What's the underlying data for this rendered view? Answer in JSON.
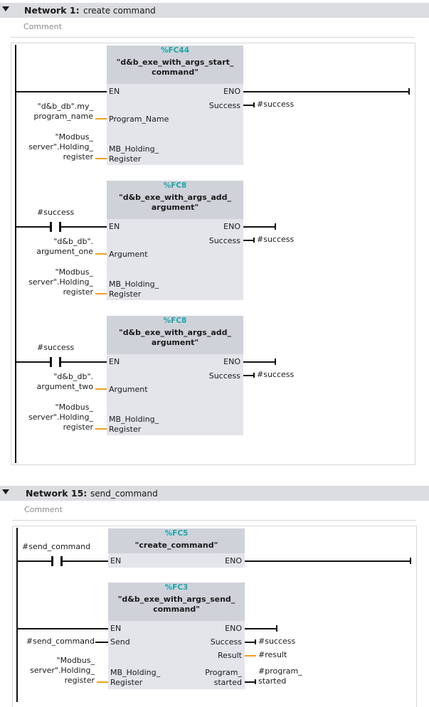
{
  "networks": [
    {
      "title": "Network 1:",
      "name": "create command",
      "comment": "Comment",
      "blocks": [
        {
          "fc": "%FC44",
          "name_lines": [
            "\"d&b_exe_with_args_start_",
            "command\""
          ],
          "en": "EN",
          "eno": "ENO",
          "inputs": [
            "Program_Name",
            "MB_Holding_",
            "Register"
          ],
          "outputs": [
            "Success"
          ],
          "input_operands": [
            [
              "\"d&b_db\".my_",
              "program_name"
            ],
            [
              "\"Modbus_",
              "server\".Holding_",
              "register"
            ]
          ],
          "output_operands": [
            "#success"
          ]
        },
        {
          "fc": "%FC8",
          "name_lines": [
            "\"d&b_exe_with_args_add_",
            "argument\""
          ],
          "en": "EN",
          "eno": "ENO",
          "contact": "#success",
          "inputs": [
            "Argument",
            "MB_Holding_",
            "Register"
          ],
          "outputs": [
            "Success"
          ],
          "input_operands": [
            [
              "\"d&b_db\".",
              "argument_one"
            ],
            [
              "\"Modbus_",
              "server\".Holding_",
              "register"
            ]
          ],
          "output_operands": [
            "#success"
          ]
        },
        {
          "fc": "%FC8",
          "name_lines": [
            "\"d&b_exe_with_args_add_",
            "argument\""
          ],
          "en": "EN",
          "eno": "ENO",
          "contact": "#success",
          "inputs": [
            "Argument",
            "MB_Holding_",
            "Register"
          ],
          "outputs": [
            "Success"
          ],
          "input_operands": [
            [
              "\"d&b_db\".",
              "argument_two"
            ],
            [
              "\"Modbus_",
              "server\".Holding_",
              "register"
            ]
          ],
          "output_operands": [
            "#success"
          ]
        }
      ]
    },
    {
      "title": "Network 15:",
      "name": "send_command",
      "comment": "Comment",
      "blocks": [
        {
          "fc": "%FC5",
          "name_lines": [
            "\"create_command\""
          ],
          "en": "EN",
          "eno": "ENO",
          "contact": "#send_command"
        },
        {
          "fc": "%FC3",
          "name_lines": [
            "\"d&b_exe_with_args_send_",
            "command\""
          ],
          "en": "EN",
          "eno": "ENO",
          "inputs": [
            "Send",
            "MB_Holding_",
            "Register"
          ],
          "outputs": [
            "Success",
            "Result",
            "Program_",
            "started"
          ],
          "input_operands": [
            "#send_command",
            [
              "\"Modbus_",
              "server\".Holding_",
              "register"
            ]
          ],
          "output_operands": [
            "#success",
            "#result",
            [
              "#program_",
              "started"
            ]
          ]
        }
      ]
    }
  ]
}
